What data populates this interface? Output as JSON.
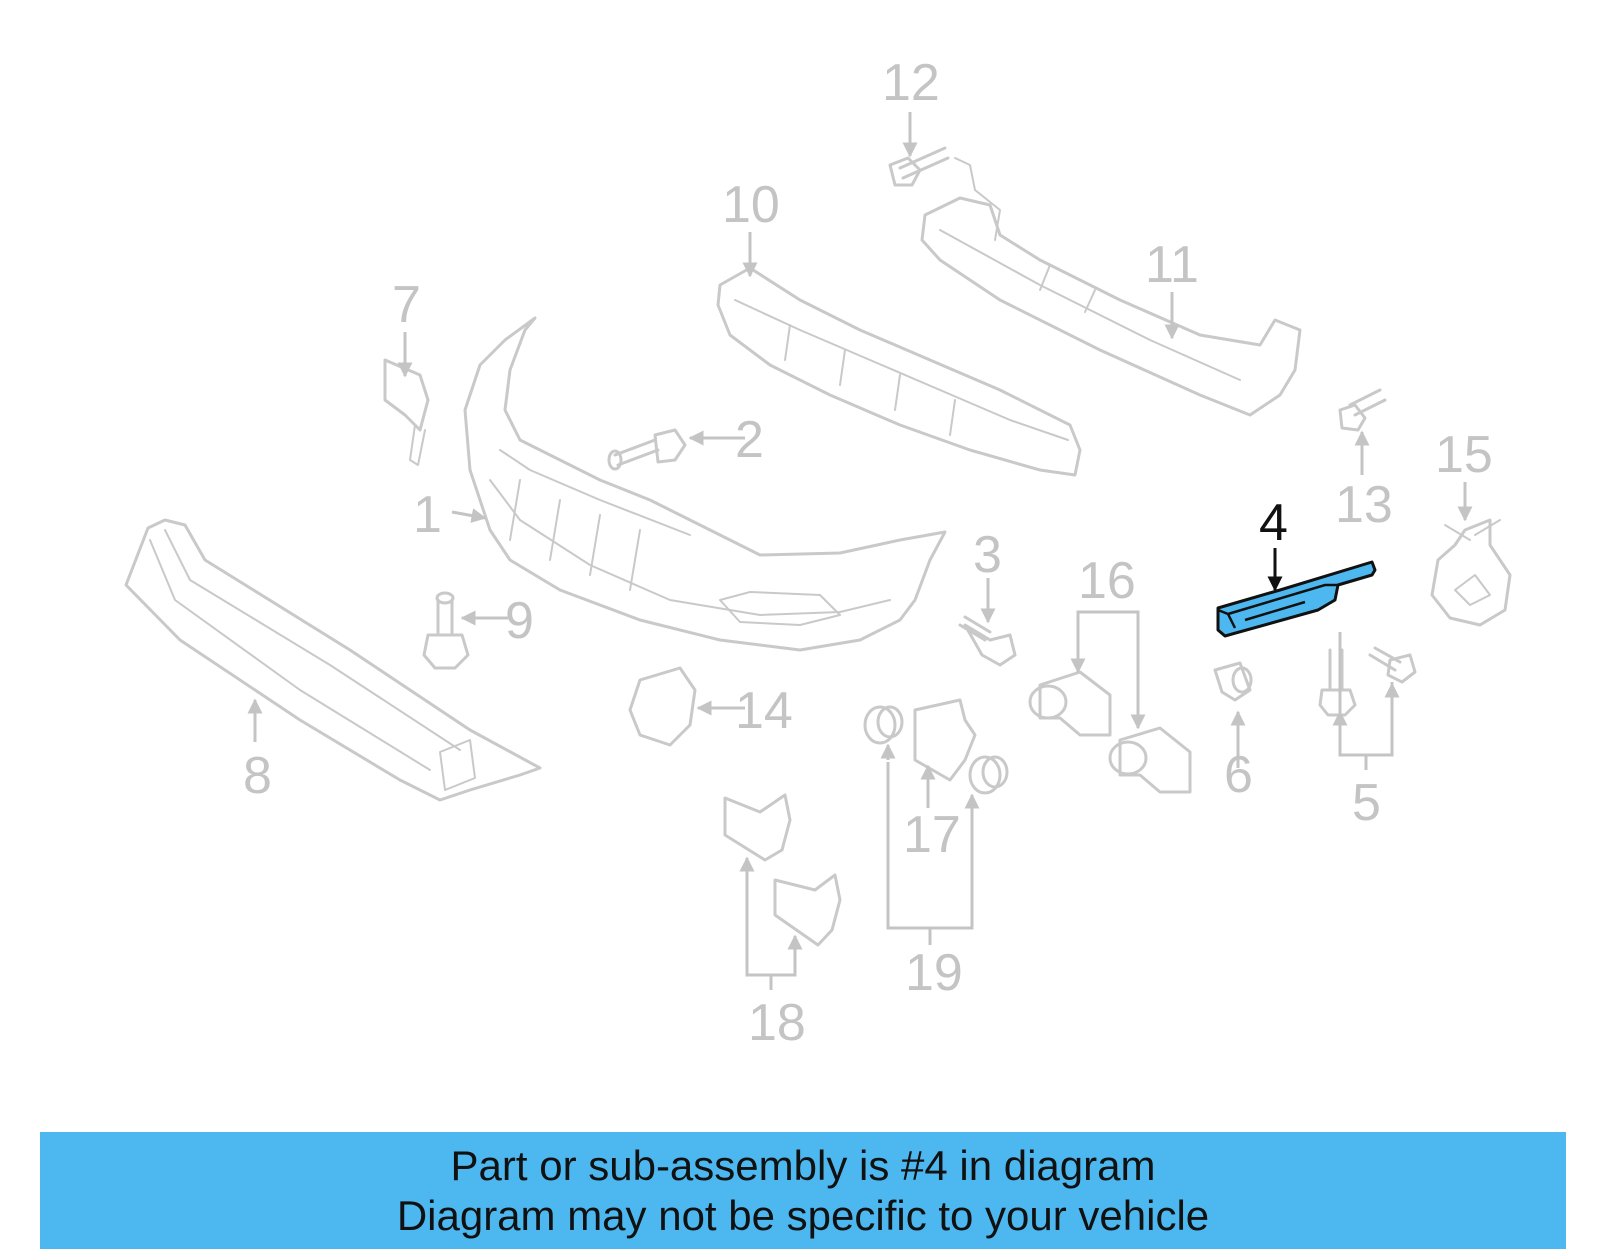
{
  "diagram": {
    "highlighted_part": "4",
    "callouts": [
      "1",
      "2",
      "3",
      "4",
      "5",
      "6",
      "7",
      "8",
      "9",
      "10",
      "11",
      "12",
      "13",
      "14",
      "15",
      "16",
      "17",
      "18",
      "19"
    ]
  },
  "banner": {
    "line1": "Part or sub-assembly is #4 in diagram",
    "line2": "Diagram may not be specific to your vehicle"
  },
  "colors": {
    "banner_bg": "#4db8f0",
    "highlight": "#4db8f0",
    "part_lines": "#c9c9c9",
    "highlight_outline": "#111111"
  }
}
